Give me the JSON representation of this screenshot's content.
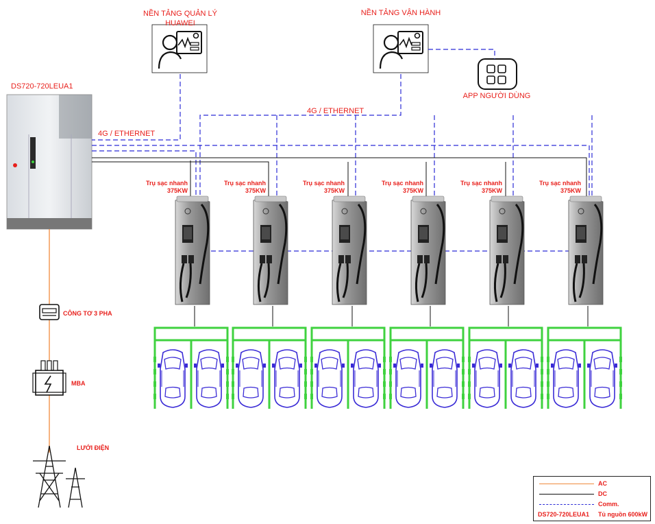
{
  "platforms": {
    "management": {
      "line1": "NỀN TẢNG QUẢN LÝ",
      "line2": "HUAWEI"
    },
    "operation": {
      "label": "NỀN TẢNG VẬN HÀNH"
    },
    "app": {
      "label": "APP NGƯỜI DÙNG"
    }
  },
  "cabinet": {
    "label": "DS720-720LEUA1"
  },
  "network": {
    "left_label": "4G / ETHERNET",
    "top_label": "4G / ETHERNET"
  },
  "chargers": [
    {
      "line1": "Trụ sạc nhanh",
      "line2": "375KW"
    },
    {
      "line1": "Trụ sạc nhanh",
      "line2": "375KW"
    },
    {
      "line1": "Trụ sạc nhanh",
      "line2": "375KW"
    },
    {
      "line1": "Trụ sạc nhanh",
      "line2": "375KW"
    },
    {
      "line1": "Trụ sạc nhanh",
      "line2": "375KW"
    },
    {
      "line1": "Trụ sạc nhanh",
      "line2": "375KW"
    }
  ],
  "grid_chain": {
    "meter": "CÔNG TƠ 3 PHA",
    "transformer": "MBA",
    "grid": "LƯỚI ĐIỆN"
  },
  "legend": {
    "ac": "AC",
    "dc": "DC",
    "comm": "Comm.",
    "device": "DS720-720LEUA1",
    "device_desc": "Tủ nguồn 600kW"
  },
  "colors": {
    "label": "#e8201c",
    "ac": "#f08a3c",
    "dc": "#111111",
    "comm": "#2b2bd6",
    "parking": "#3fd23f",
    "car": "#3a2bd6"
  }
}
